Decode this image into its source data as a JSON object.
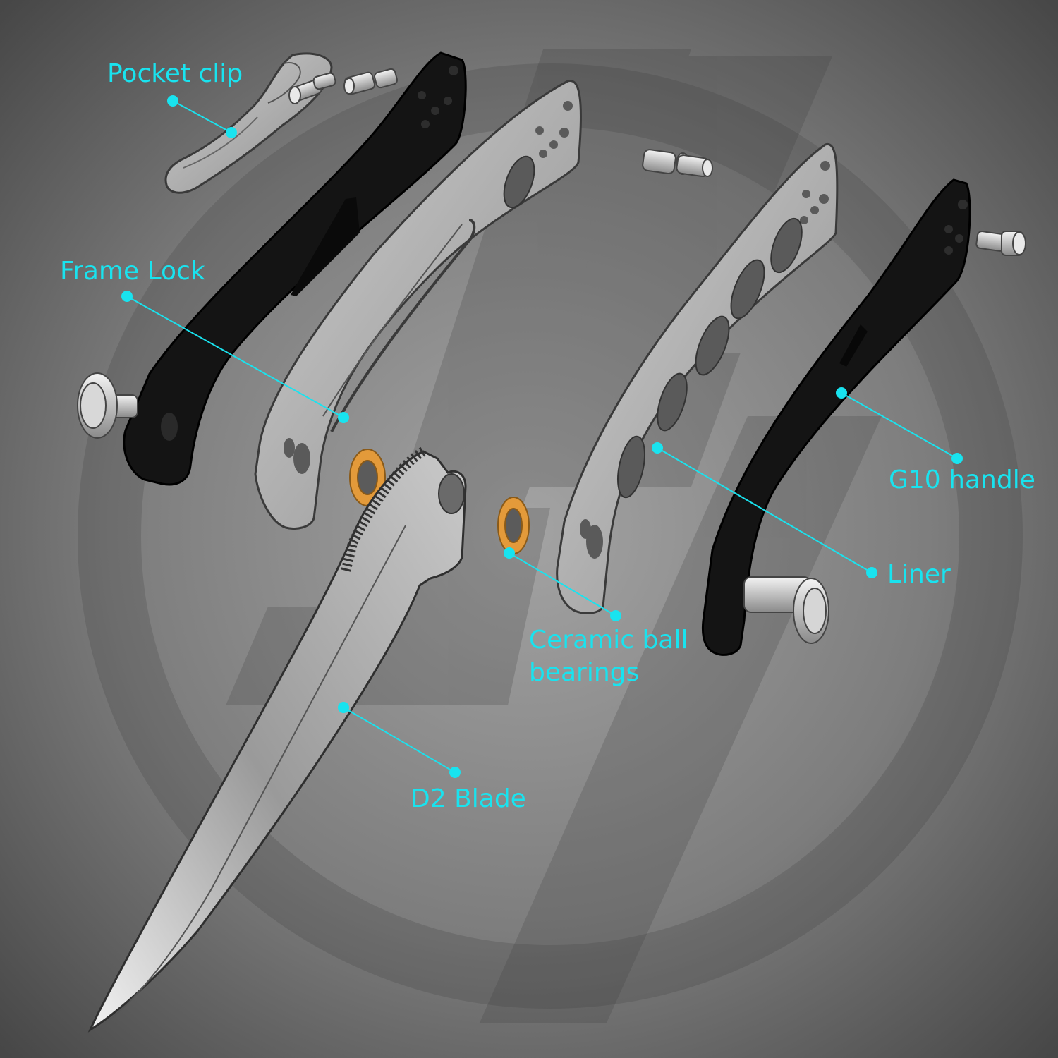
{
  "colors": {
    "background_center": "#9a9a9a",
    "background_edge": "#4a4a4a",
    "accent": "#19e3ef",
    "bearing": "#e39a3a",
    "handle": "#151515",
    "steel": "#b9b9b9"
  },
  "callouts": {
    "pocket_clip": "Pocket clip",
    "frame_lock": "Frame Lock",
    "g10_handle": "G10 handle",
    "liner": "Liner",
    "bearings": [
      "Ceramic ball",
      "bearings"
    ],
    "d2_blade": "D2 Blade"
  },
  "icons": {
    "watermark": "brand-logo-watermark",
    "pins": "pivot-screw-icon"
  }
}
